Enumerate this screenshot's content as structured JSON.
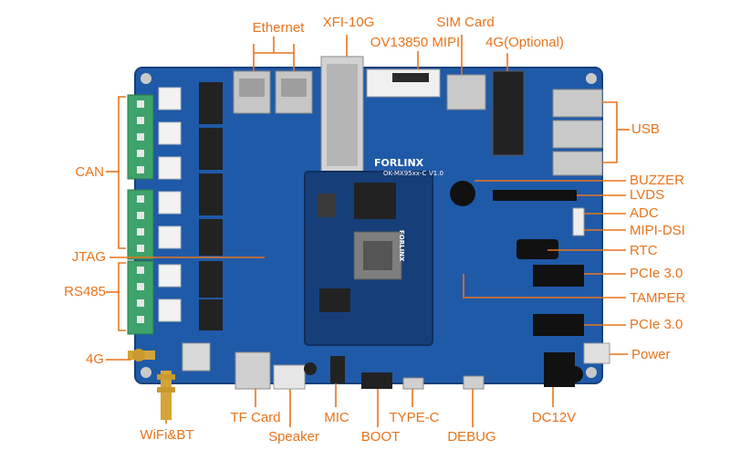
{
  "colors": {
    "accent": "#e8741d",
    "pcb": "#1f5aa8",
    "pcb_dark": "#163f7a",
    "terminal_green": "#3ea36a"
  },
  "board": {
    "brand": "FORLINX",
    "model": "OK-MX95xx-C",
    "version": "V1.0",
    "som_brand": "FORLINX"
  },
  "labels": {
    "ethernet": "Ethernet",
    "xfi": "XFI-10G",
    "ov13850": "OV13850 MIPI",
    "sim": "SIM Card",
    "g4_optional": "4G(Optional)",
    "usb": "USB",
    "can": "CAN",
    "buzzer": "BUZZER",
    "lvds": "LVDS",
    "adc": "ADC",
    "mipi_dsi": "MIPI-DSI",
    "jtag": "JTAG",
    "rtc": "RTC",
    "rs485": "RS485",
    "pcie1": "PCIe 3.0",
    "tamper": "TAMPER",
    "pcie2": "PCIe 3.0",
    "g4": "4G",
    "power": "Power",
    "wifi_bt": "WiFi&BT",
    "tf_card": "TF Card",
    "speaker": "Speaker",
    "mic": "MIC",
    "boot": "BOOT",
    "type_c": "TYPE-C",
    "debug": "DEBUG",
    "dc12v": "DC12V"
  }
}
